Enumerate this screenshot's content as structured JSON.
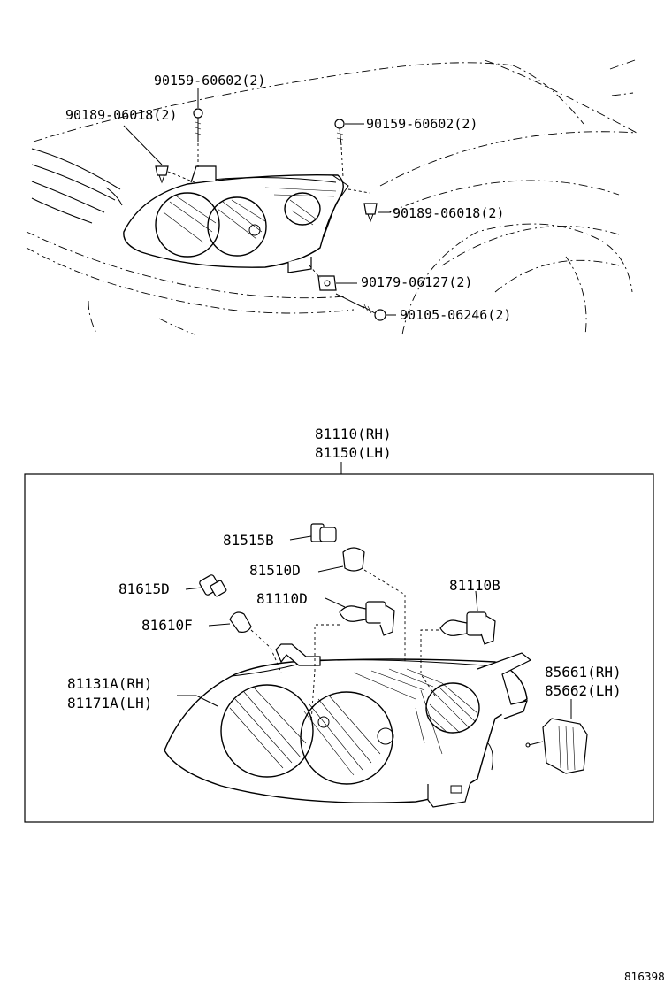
{
  "top_callouts": [
    {
      "id": "bolt_top",
      "text": "90159-60602(2)"
    },
    {
      "id": "clip_left",
      "text": "90189-06018(2)"
    },
    {
      "id": "bolt_right",
      "text": "90159-60602(2)"
    },
    {
      "id": "clip_right",
      "text": "90189-06018(2)"
    },
    {
      "id": "nut",
      "text": "90179-06127(2)"
    },
    {
      "id": "screw",
      "text": "90105-06246(2)"
    }
  ],
  "assembly": {
    "line1": "81110(RH)",
    "line2": "81150(LH)"
  },
  "bottom_callouts": [
    {
      "id": "socket_b",
      "text": "81515B"
    },
    {
      "id": "bulb_d",
      "text": "81510D"
    },
    {
      "id": "socket_d",
      "text": "81615D"
    },
    {
      "id": "bulb_hd",
      "text": "81110D"
    },
    {
      "id": "bulb_hb",
      "text": "81110B"
    },
    {
      "id": "bulb_f",
      "text": "81610F"
    },
    {
      "id": "lens_rh",
      "text": "81131A(RH)"
    },
    {
      "id": "lens_lh",
      "text": "81171A(LH)"
    },
    {
      "id": "actuator_rh",
      "text": "85661(RH)"
    },
    {
      "id": "actuator_lh",
      "text": "85662(LH)"
    }
  ],
  "reference_number": "816398"
}
